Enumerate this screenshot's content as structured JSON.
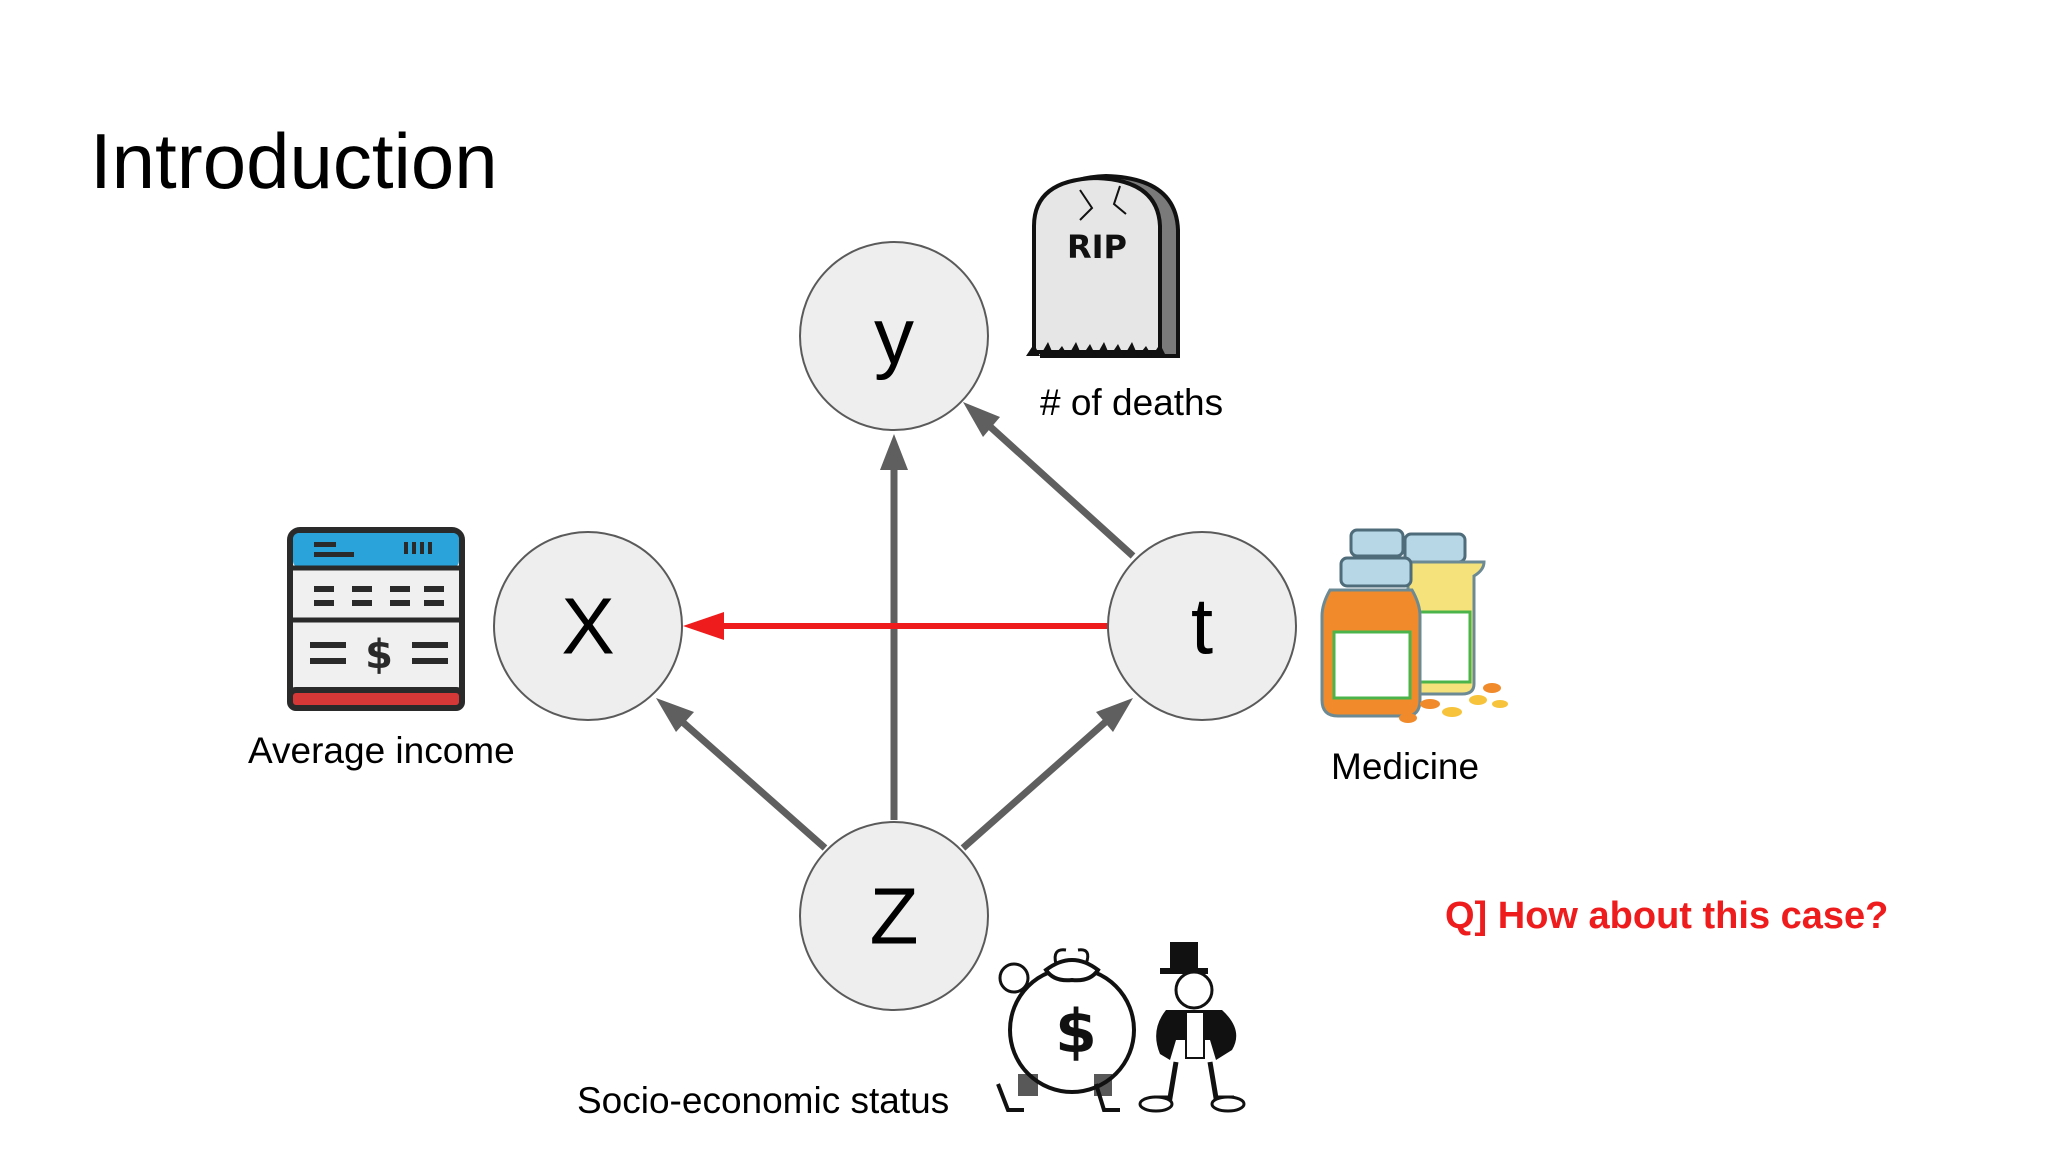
{
  "title": "Introduction",
  "nodes": {
    "y": {
      "letter": "y",
      "caption": "# of deaths"
    },
    "x": {
      "letter": "X",
      "caption": "Average income"
    },
    "t": {
      "letter": "t",
      "caption": "Medicine"
    },
    "z": {
      "letter": "Z",
      "caption": "Socio-economic status"
    }
  },
  "edges": [
    {
      "from": "Z",
      "to": "X",
      "color": "#5f5f5f"
    },
    {
      "from": "Z",
      "to": "y",
      "color": "#5f5f5f"
    },
    {
      "from": "Z",
      "to": "t",
      "color": "#5f5f5f"
    },
    {
      "from": "t",
      "to": "y",
      "color": "#5f5f5f"
    },
    {
      "from": "t",
      "to": "X",
      "color": "#ee1c1c"
    }
  ],
  "tombstone_text": "RIP",
  "income_symbol": "$",
  "money_bag_symbol": "$",
  "question": "Q] How about this case?",
  "colors": {
    "node_fill": "#eeeeee",
    "node_stroke": "#5a5a5a",
    "arrow": "#5f5f5f",
    "highlight": "#ee1c1c"
  }
}
